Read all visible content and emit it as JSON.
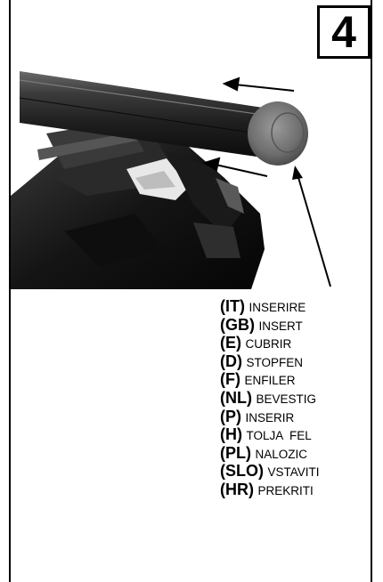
{
  "step": {
    "number": "4"
  },
  "legend": [
    {
      "code": "(IT)",
      "word": "INSERIRE"
    },
    {
      "code": "(GB)",
      "word": "INSERT"
    },
    {
      "code": "(E)",
      "word": "CUBRIR"
    },
    {
      "code": "(D)",
      "word": "STOPFEN"
    },
    {
      "code": "(F)",
      "word": "ENFILER"
    },
    {
      "code": "(NL)",
      "word": "BEVESTIG"
    },
    {
      "code": "(P)",
      "word": "INSERIR"
    },
    {
      "code": "(H)",
      "word": "TOLJA  FEL"
    },
    {
      "code": "(PL)",
      "word": "NALOZIC"
    },
    {
      "code": "(SLO)",
      "word": "VSTAVITI"
    },
    {
      "code": "(HR)",
      "word": "PREKRITI"
    }
  ]
}
